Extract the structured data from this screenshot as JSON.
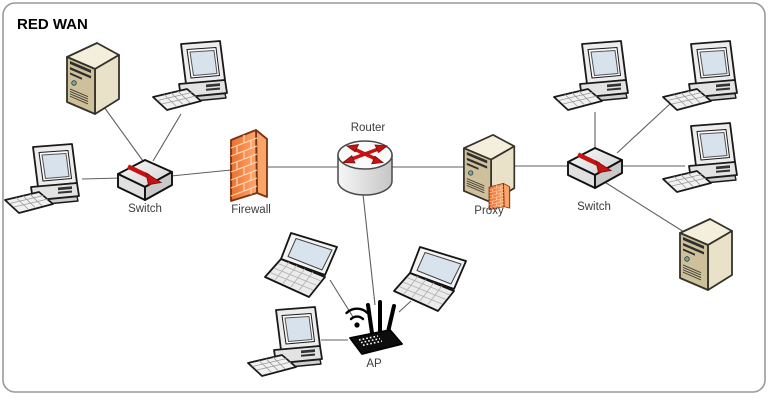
{
  "title": "RED WAN",
  "diagram": {
    "labels": {
      "switch_left": "Switch",
      "firewall": "Firewall",
      "router": "Router",
      "proxy": "Proxy",
      "switch_right": "Switch",
      "ap": "AP"
    },
    "nodes": [
      {
        "id": "server-top-left",
        "type": "server",
        "label": ""
      },
      {
        "id": "desktop-top-left",
        "type": "desktop-computer",
        "label": ""
      },
      {
        "id": "desktop-left",
        "type": "desktop-computer",
        "label": ""
      },
      {
        "id": "switch-left",
        "type": "switch",
        "label": "Switch"
      },
      {
        "id": "firewall",
        "type": "firewall",
        "label": "Firewall"
      },
      {
        "id": "router",
        "type": "router",
        "label": "Router"
      },
      {
        "id": "proxy",
        "type": "proxy-server",
        "label": "Proxy"
      },
      {
        "id": "switch-right",
        "type": "switch",
        "label": "Switch"
      },
      {
        "id": "desktop-right-1",
        "type": "desktop-computer",
        "label": ""
      },
      {
        "id": "desktop-right-2",
        "type": "desktop-computer",
        "label": ""
      },
      {
        "id": "desktop-right-3",
        "type": "desktop-computer",
        "label": ""
      },
      {
        "id": "server-bottom-right",
        "type": "server",
        "label": ""
      },
      {
        "id": "access-point",
        "type": "wireless-access-point",
        "label": "AP"
      },
      {
        "id": "laptop-left",
        "type": "laptop",
        "label": ""
      },
      {
        "id": "laptop-right",
        "type": "laptop",
        "label": ""
      },
      {
        "id": "desktop-bottom",
        "type": "desktop-computer",
        "label": ""
      }
    ],
    "edges": [
      [
        "server-top-left",
        "switch-left"
      ],
      [
        "desktop-top-left",
        "switch-left"
      ],
      [
        "desktop-left",
        "switch-left"
      ],
      [
        "switch-left",
        "firewall"
      ],
      [
        "firewall",
        "router"
      ],
      [
        "router",
        "proxy"
      ],
      [
        "proxy",
        "switch-right"
      ],
      [
        "desktop-right-1",
        "switch-right"
      ],
      [
        "switch-right",
        "desktop-right-2"
      ],
      [
        "switch-right",
        "desktop-right-3"
      ],
      [
        "switch-right",
        "server-bottom-right"
      ],
      [
        "router",
        "access-point"
      ],
      [
        "laptop-left",
        "access-point"
      ],
      [
        "desktop-bottom",
        "access-point"
      ],
      [
        "access-point",
        "laptop-right"
      ]
    ],
    "colors": {
      "background": "#ffffff",
      "border": "#9a9a9a",
      "connection_line": "#5f5f5f",
      "label_text": "#3c3c3c",
      "title_text": "#000000",
      "firewall_orange": "#f5833f",
      "arrow_red": "#c51212",
      "server_tan": "#cdc09a",
      "device_gray": "#e8e8e8",
      "ap_black": "#0d0d0d"
    }
  }
}
